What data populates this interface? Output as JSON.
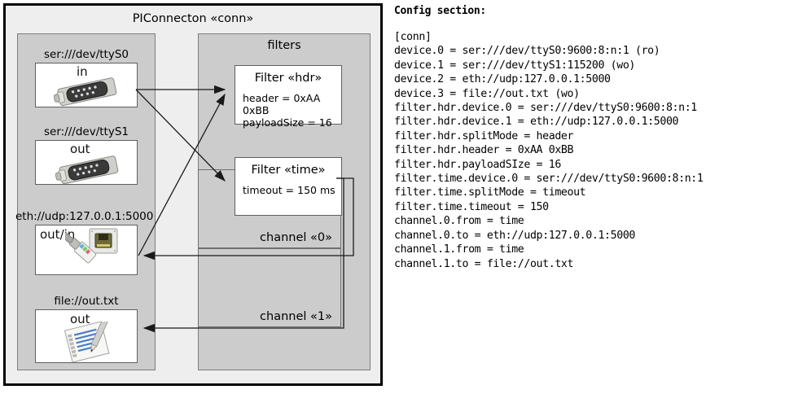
{
  "diagram": {
    "title": "PIConnecton «conn»",
    "devices_group_title": "",
    "filters_group_title": "filters",
    "devices": [
      {
        "label": "ser:///dev/ttyS0",
        "io": "in",
        "icon": "serial-port-icon",
        "label_align": "center"
      },
      {
        "label": "ser:///dev/ttyS1",
        "io": "out",
        "icon": "serial-port-icon",
        "label_align": "center"
      },
      {
        "label": "eth://udp:127.0.0.1:5000",
        "io": "out/in",
        "icon": "ethernet-jack-icon",
        "label_align": "left"
      },
      {
        "label": "file://out.txt",
        "io": "out",
        "icon": "text-file-icon",
        "label_align": "center"
      }
    ],
    "filters": [
      {
        "title": "Filter «hdr»",
        "props": [
          "header = 0xAA 0xBB",
          "payloadSize = 16"
        ]
      },
      {
        "title": "Filter «time»",
        "props": [
          "timeout = 150 ms"
        ]
      }
    ],
    "channels": [
      {
        "label": "channel «0»"
      },
      {
        "label": "channel «1»"
      }
    ]
  },
  "config": {
    "heading": "Config section:",
    "text": "[conn]\ndevice.0 = ser:///dev/ttyS0:9600:8:n:1 (ro)\ndevice.1 = ser:///dev/ttyS1:115200 (wo)\ndevice.2 = eth://udp:127.0.0.1:5000\ndevice.3 = file://out.txt (wo)\nfilter.hdr.device.0 = ser:///dev/ttyS0:9600:8:n:1\nfilter.hdr.device.1 = eth://udp:127.0.0.1:5000\nfilter.hdr.splitMode = header\nfilter.hdr.header = 0xAA 0xBB\nfilter.hdr.payloadSIze = 16\nfilter.time.device.0 = ser:///dev/ttyS0:9600:8:n:1\nfilter.time.splitMode = timeout\nfilter.time.timeout = 150\nchannel.0.from = time\nchannel.0.to = eth://udp:127.0.0.1:5000\nchannel.1.from = time\nchannel.1.to = file://out.txt"
  },
  "colors": {
    "frame_border": "#000000",
    "frame_bg": "#eeeeee",
    "panel_bg": "#cccccc",
    "panel_border": "#7d7d7d",
    "node_bg": "#ffffff",
    "arrow": "#1a1a1a"
  }
}
